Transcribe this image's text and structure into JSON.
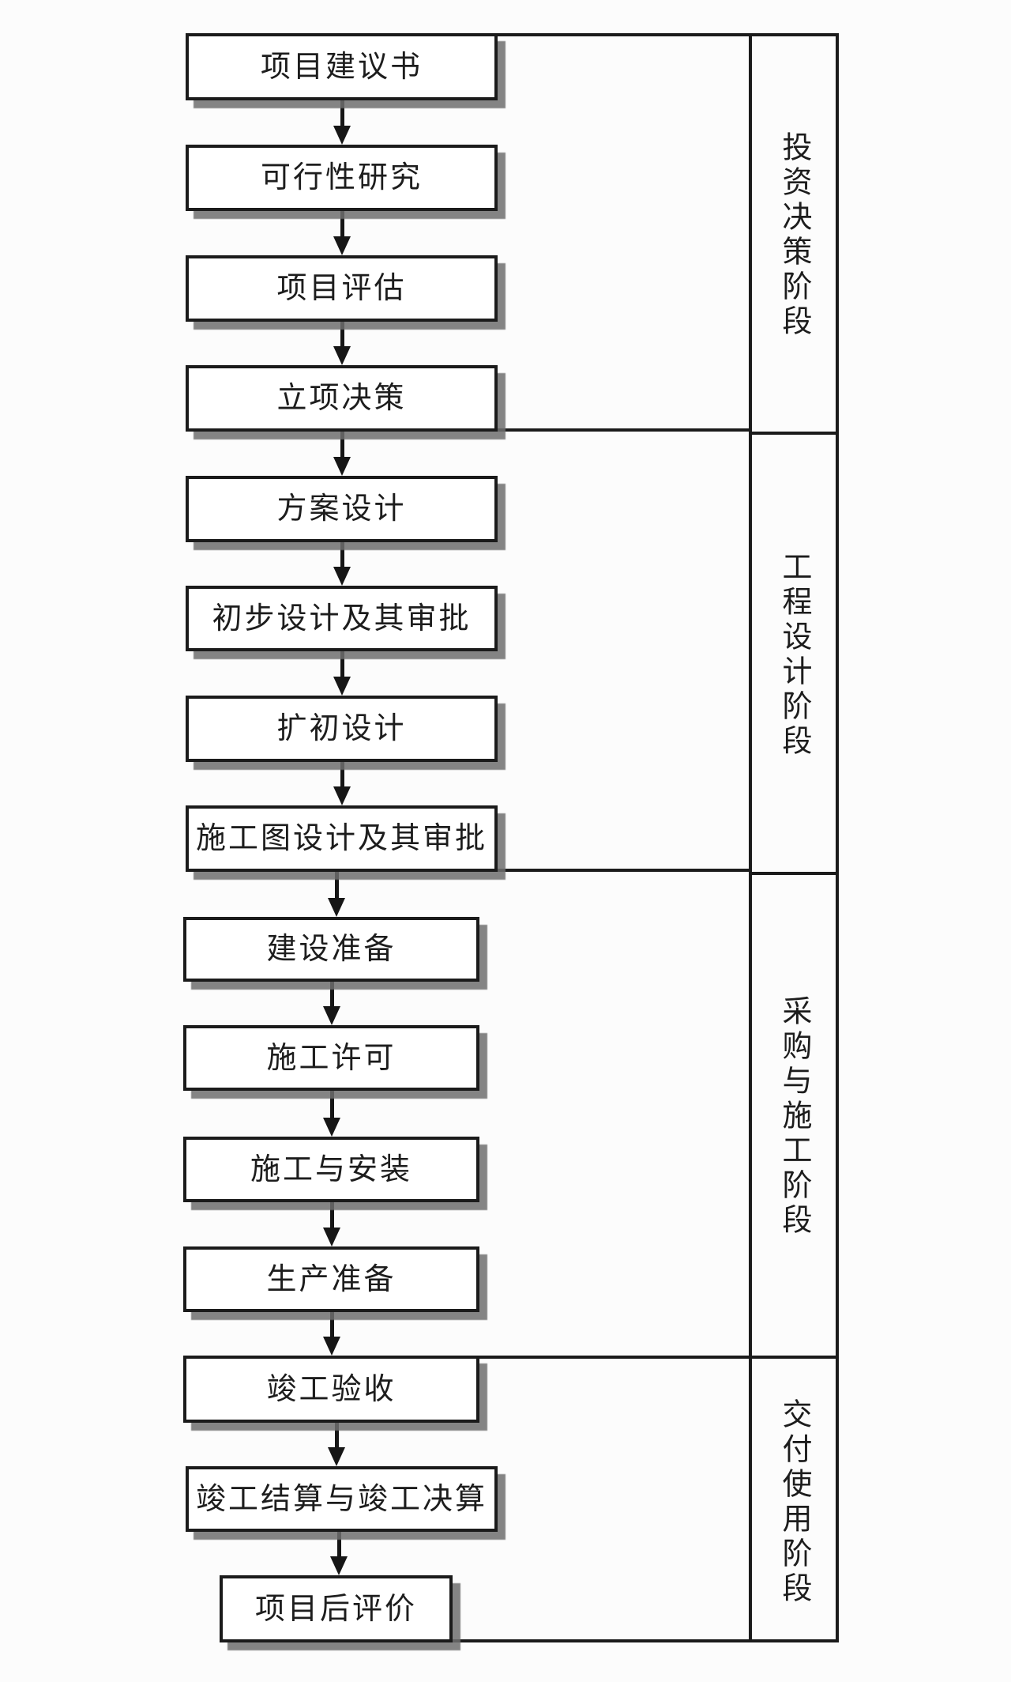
{
  "diagram": {
    "type": "flowchart",
    "direction": "top-to-bottom",
    "steps": [
      {
        "label": "项目建议书"
      },
      {
        "label": "可行性研究"
      },
      {
        "label": "项目评估"
      },
      {
        "label": "立项决策"
      },
      {
        "label": "方案设计"
      },
      {
        "label": "初步设计及其审批"
      },
      {
        "label": "扩初设计"
      },
      {
        "label": "施工图设计及其审批"
      },
      {
        "label": "建设准备"
      },
      {
        "label": "施工许可"
      },
      {
        "label": "施工与安装"
      },
      {
        "label": "生产准备"
      },
      {
        "label": "竣工验收"
      },
      {
        "label": "竣工结算与竣工决算"
      },
      {
        "label": "项目后评价"
      }
    ],
    "arrows": [
      [
        1,
        2
      ],
      [
        2,
        3
      ],
      [
        3,
        4
      ],
      [
        4,
        5
      ],
      [
        5,
        6
      ],
      [
        6,
        7
      ],
      [
        7,
        8
      ],
      [
        8,
        9
      ],
      [
        9,
        10
      ],
      [
        10,
        11
      ],
      [
        11,
        12
      ],
      [
        12,
        13
      ],
      [
        13,
        14
      ],
      [
        14,
        15
      ]
    ],
    "phases": [
      {
        "label": "投资决策阶段",
        "step_start": 1,
        "step_end": 4
      },
      {
        "label": "工程设计阶段",
        "step_start": 5,
        "step_end": 8
      },
      {
        "label": "采购与施工阶段",
        "step_start": 9,
        "step_end": 12
      },
      {
        "label": "交付使用阶段",
        "step_start": 13,
        "step_end": 15
      }
    ]
  },
  "colors": {
    "line": "#1b1b1b",
    "box_fill": "#ffffff",
    "box_shadow": "#6e6e6e",
    "text": "#1d1d1d",
    "background": "#fcfcfc"
  }
}
